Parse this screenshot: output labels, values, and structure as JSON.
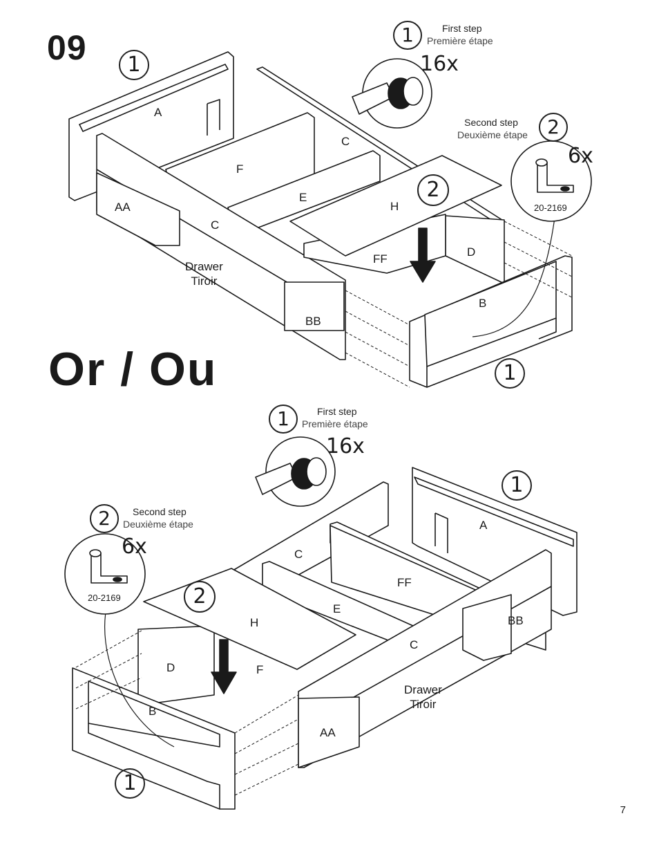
{
  "step": {
    "number": "09",
    "alternative": "Or / Ou",
    "page": "7"
  },
  "first_step": {
    "num": "1",
    "en": "First step",
    "fr": "Première étape",
    "qty": "16x"
  },
  "second_step": {
    "num": "2",
    "en": "Second step",
    "fr": "Deuxième étape",
    "qty": "6x",
    "part": "20-2169"
  },
  "top_diagram": {
    "callouts": [
      "1",
      "2",
      "1"
    ],
    "parts": {
      "A": "A",
      "C1": "C",
      "F": "F",
      "E": "E",
      "H": "H",
      "AA": "AA",
      "C2": "C",
      "FF": "FF",
      "D": "D",
      "B": "B",
      "BB": "BB"
    },
    "drawer": {
      "en": "Drawer",
      "fr": "Tiroir"
    }
  },
  "bottom_diagram": {
    "callouts": [
      "1",
      "2",
      "1"
    ],
    "parts": {
      "A": "A",
      "C1": "C",
      "FF": "FF",
      "E": "E",
      "BB": "BB",
      "H": "H",
      "C2": "C",
      "D": "D",
      "F": "F",
      "B": "B",
      "AA": "AA"
    },
    "drawer": {
      "en": "Drawer",
      "fr": "Tiroir"
    }
  }
}
